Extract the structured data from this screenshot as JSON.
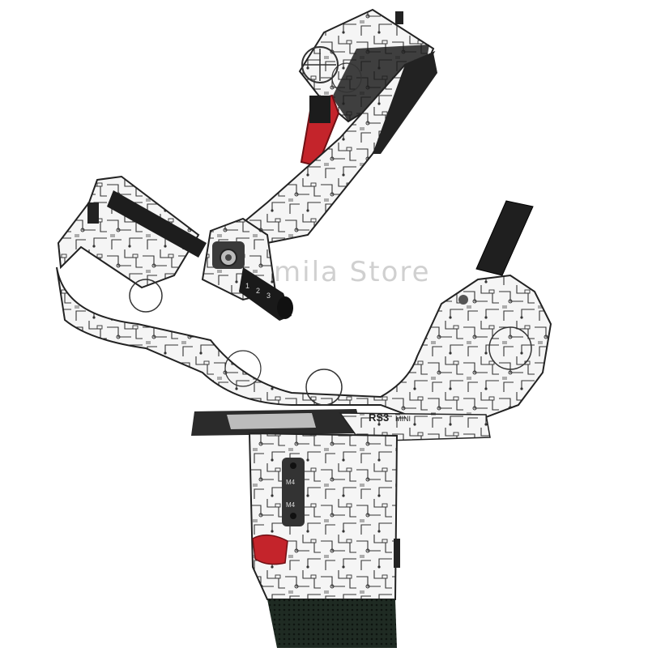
{
  "watermark": "mila Store",
  "labels": {
    "model_logo": "RS3",
    "model_suffix": "MINI",
    "mount_top": "M4",
    "mount_bottom": "M4",
    "scale_1": "1",
    "scale_2": "2",
    "scale_3": "3"
  },
  "colors": {
    "skin_base": "#f4f4f4",
    "circuit_lines": "#3a3a3a",
    "dark_metal": "#262626",
    "accent_red": "#c4242b",
    "grip_mesh": "#1e2a22"
  }
}
